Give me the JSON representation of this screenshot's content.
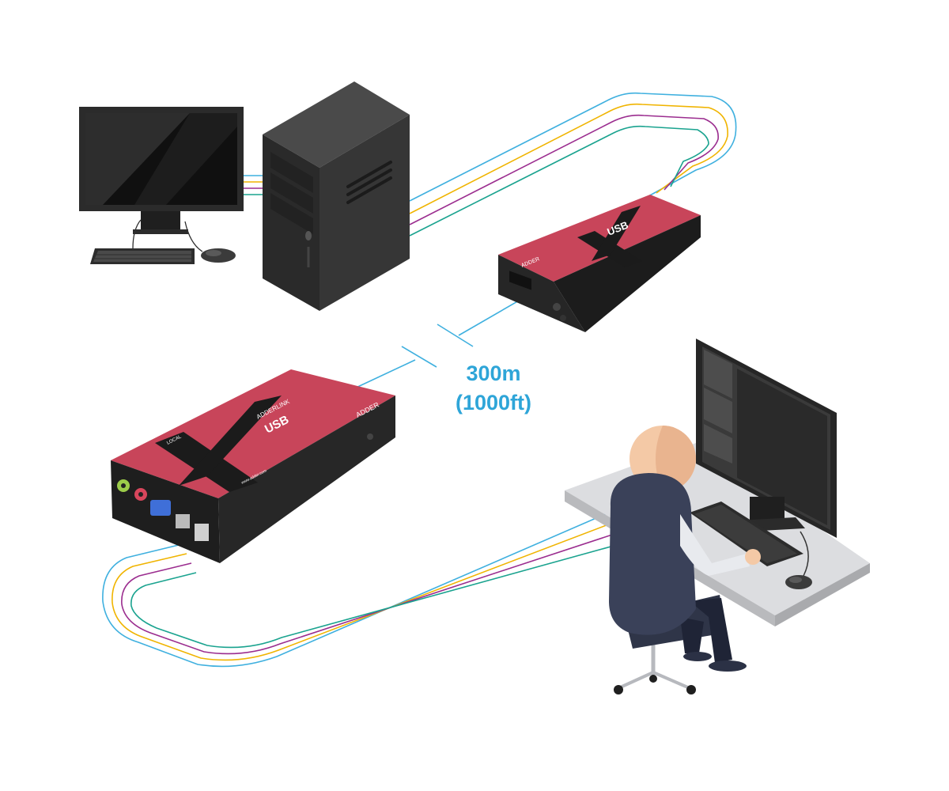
{
  "colors": {
    "cable_blue": "#3fb0df",
    "cable_yellow": "#f0b400",
    "cable_purple": "#9b2d8f",
    "cable_teal": "#1aa38f",
    "unit_body": "#2c2c2c",
    "unit_top": "#c8455a",
    "unit_x": "#1b1b1b",
    "label_color": "#2ea5d8"
  },
  "distance": {
    "meters": "300m",
    "feet": "(1000ft)"
  },
  "devices": {
    "brand": "ADDER",
    "model_line": "ADDERLINK",
    "product": "USB",
    "local_tag": "LOCAL",
    "url": "www.adder.com"
  },
  "icons": [
    "monitor-icon",
    "pc-tower-icon",
    "keyboard-icon",
    "mouse-icon",
    "extender-icon",
    "person-icon",
    "office-chair-icon",
    "desk-icon"
  ]
}
